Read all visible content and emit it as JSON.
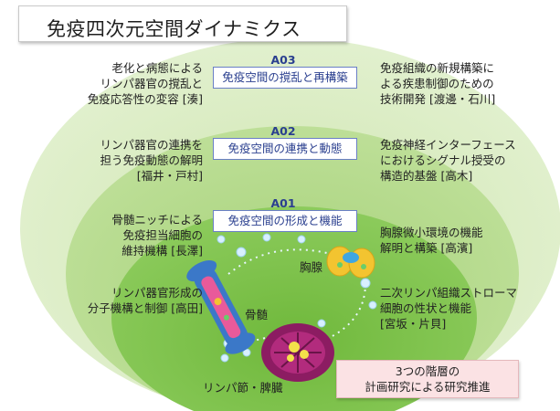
{
  "title": "免疫四次元空間ダイナミクス",
  "layers": [
    {
      "code": "A03",
      "label": "免疫空間の撹乱と再構築"
    },
    {
      "code": "A02",
      "label": "免疫空間の連携と動態"
    },
    {
      "code": "A01",
      "label": "免疫空間の形成と機能"
    }
  ],
  "left_texts": [
    "老化と病態による\nリンパ器官の撹乱と\n免疫応答性の変容 [湊]",
    "リンパ器官の連携を\n担う免疫動態の解明\n[福井・戸村]",
    "骨髄ニッチによる\n免疫担当細胞の\n維持機構 [長澤]",
    "リンパ器官形成の\n分子機構と制御 [高田]"
  ],
  "right_texts": [
    "免疫組織の新規構築に\nよる疾患制御のための\n技術開発 [渡邊・石川]",
    "免疫神経インターフェース\nにおけるシグナル授受の\n構造的基盤 [高木]",
    "胸腺微小環境の機能\n解明と構築 [高濱]",
    "二次リンパ組織ストローマ\n細胞の性状と機能\n[宮坂・片貝]"
  ],
  "organs": {
    "thymus": "胸腺",
    "bone_marrow": "骨髄",
    "lymph_spleen": "リンパ節・脾臓"
  },
  "note": {
    "line1": "3つの階層の",
    "line2": "計画研究による研究推進"
  },
  "colors": {
    "outer_ellipse": "#d8ecc0",
    "middle_ellipse": "#a9d57a",
    "inner_ellipse": "#7cc24a",
    "layer_text": "#2a3f8f",
    "note_bg": "#fbe2e4"
  }
}
